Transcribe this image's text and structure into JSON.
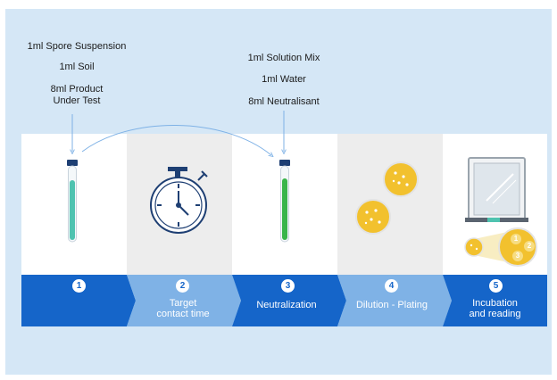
{
  "inputs_left": [
    "1ml Spore Suspension",
    "1ml Soil",
    "8ml Product\nUnder Test"
  ],
  "inputs_right": [
    "1ml Solution Mix",
    "1ml Water",
    "8ml Neutralisant"
  ],
  "steps": [
    {
      "number": "1",
      "label": ""
    },
    {
      "number": "2",
      "label": "Target\ncontact time"
    },
    {
      "number": "3",
      "label": "Neutralization"
    },
    {
      "number": "4",
      "label": "Dilution - Plating"
    },
    {
      "number": "5",
      "label": "Incubation\nand reading"
    }
  ],
  "plate_numbers": [
    "1",
    "2",
    "3"
  ],
  "colors": {
    "panel": "#d5e7f6",
    "ribbon_dark": "#1565c9",
    "ribbon_light": "#7fb2e6",
    "tube_teal": "#4fc3b0",
    "tube_green": "#39b54a",
    "plate_yellow": "#f2c12e",
    "clock_blue": "#1e3f73"
  }
}
